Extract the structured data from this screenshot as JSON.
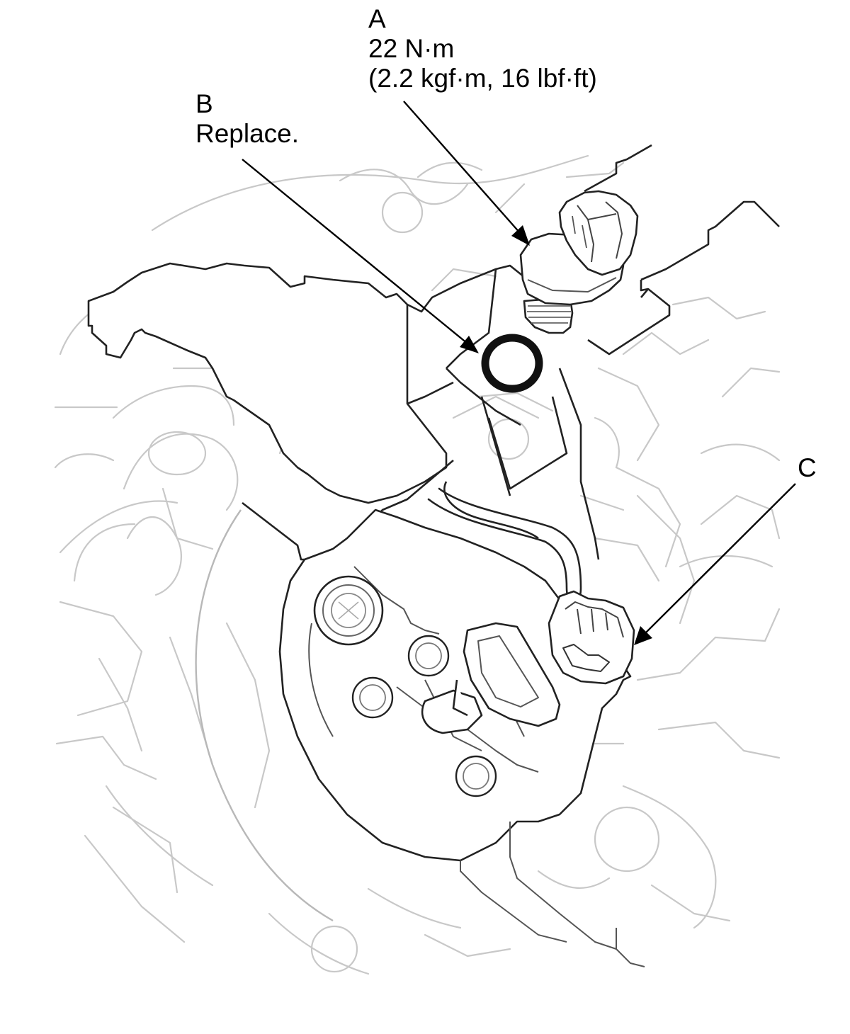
{
  "callouts": {
    "a": {
      "letter": "A",
      "torque": "22 N·m",
      "torque_alt": "(2.2 kgf·m, 16 lbf·ft)"
    },
    "b": {
      "letter": "B",
      "note": "Replace."
    },
    "c": {
      "letter": "C"
    }
  },
  "colors": {
    "ink": "#000000",
    "background_linework": "#c8c8c8",
    "component_linework": "#222222"
  }
}
